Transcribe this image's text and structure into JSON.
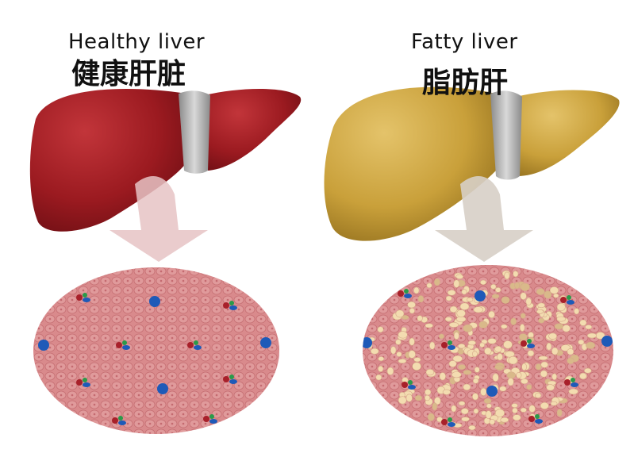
{
  "healthy": {
    "title_en": "Healthy liver",
    "title_zh": "健康肝脏",
    "liver_color": "#9e1c22"
  },
  "fatty": {
    "title_en": "Fatty liver",
    "title_zh": "脂肪肝",
    "liver_color": "#c9a03a"
  },
  "colors": {
    "tissue": "#d98a8c",
    "cell_line": "#c56e72",
    "fat": "#f3dcb0",
    "nucleus": "#1e5ab8",
    "arrow_healthy": "#e6c3c4",
    "arrow_fatty": "#d7cfc6"
  }
}
